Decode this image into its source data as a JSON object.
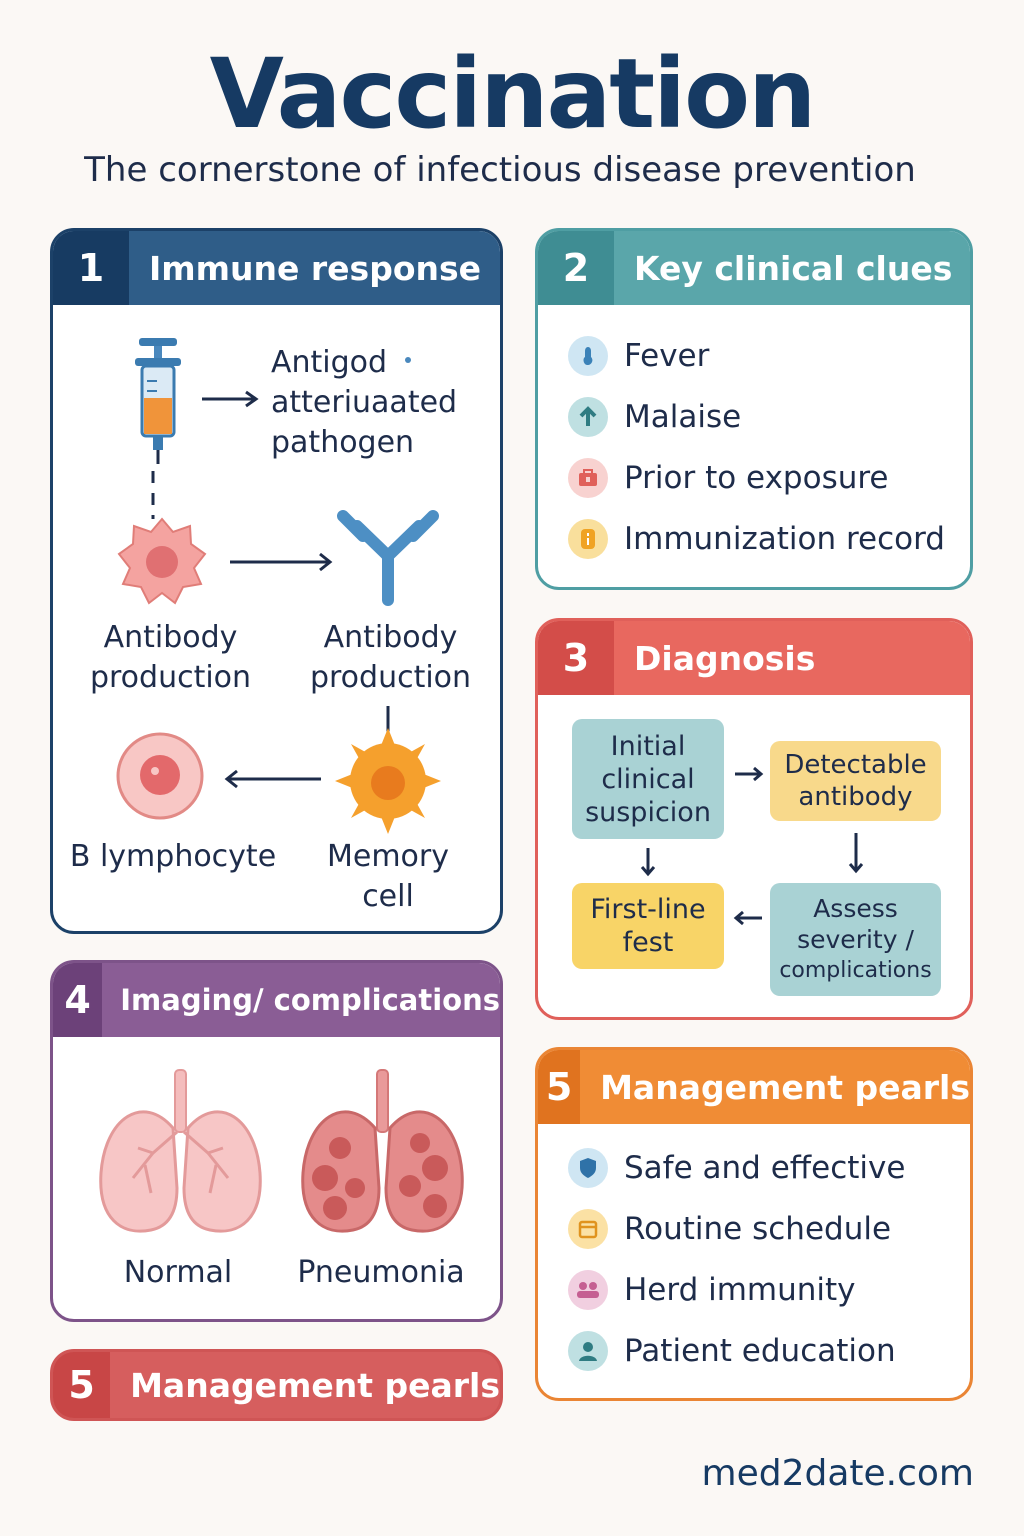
{
  "header": {
    "title": "Vaccination",
    "subtitle": "The cornerstone of infectious disease prevention"
  },
  "colors": {
    "immune": "#2c5a84",
    "clues": "#4f9ea3",
    "diagnosis": "#e0605a",
    "imaging": "#7d5389",
    "management": "#ea8534",
    "management_bottom": "#cf5555"
  },
  "immune": {
    "number": "1",
    "title": "Immune response",
    "antigen_label_line1": "Antigod",
    "antigen_label_line2": "atteriuaated",
    "antigen_label_line3": "pathogen",
    "label_left_line1": "Antibody",
    "label_left_line2": "production",
    "label_right_line1": "Antibody",
    "label_right_line2": "production",
    "b_cell_label": "B lymphocyte",
    "memory_line1": "Memory",
    "memory_line2": "cell"
  },
  "clues": {
    "number": "2",
    "title": "Key clinical clues",
    "items": [
      {
        "label": "Fever",
        "icon": "thermometer-icon"
      },
      {
        "label": "Malaise",
        "icon": "arrow-up-icon"
      },
      {
        "label": "Prior to exposure",
        "icon": "briefcase-icon"
      },
      {
        "label": "Immunization record",
        "icon": "info-icon"
      }
    ]
  },
  "diagnosis": {
    "number": "3",
    "title": "Diagnosis",
    "box1_line1": "Initial",
    "box1_line2": "clinical",
    "box1_line3": "suspicion",
    "box2_line1": "Detectable",
    "box2_line2": "antibody",
    "box3_line1": "First-line",
    "box3_line2": "fest",
    "box4_line1": "Assess",
    "box4_line2": "severity /",
    "box4_line3": "complications"
  },
  "imaging": {
    "number": "4",
    "title": "Imaging/ complications",
    "normal_label": "Normal",
    "pneumonia_label": "Pneumonia"
  },
  "management": {
    "number": "5",
    "title": "Management pearls",
    "items": [
      {
        "label": "Safe and effective",
        "icon": "shield-icon"
      },
      {
        "label": "Routine schedule",
        "icon": "calendar-icon"
      },
      {
        "label": "Herd immunity",
        "icon": "people-icon"
      },
      {
        "label": "Patient education",
        "icon": "person-icon"
      }
    ]
  },
  "management_bottom": {
    "number": "5",
    "title": "Management pearls"
  },
  "footer": {
    "site": "med2date.com"
  }
}
